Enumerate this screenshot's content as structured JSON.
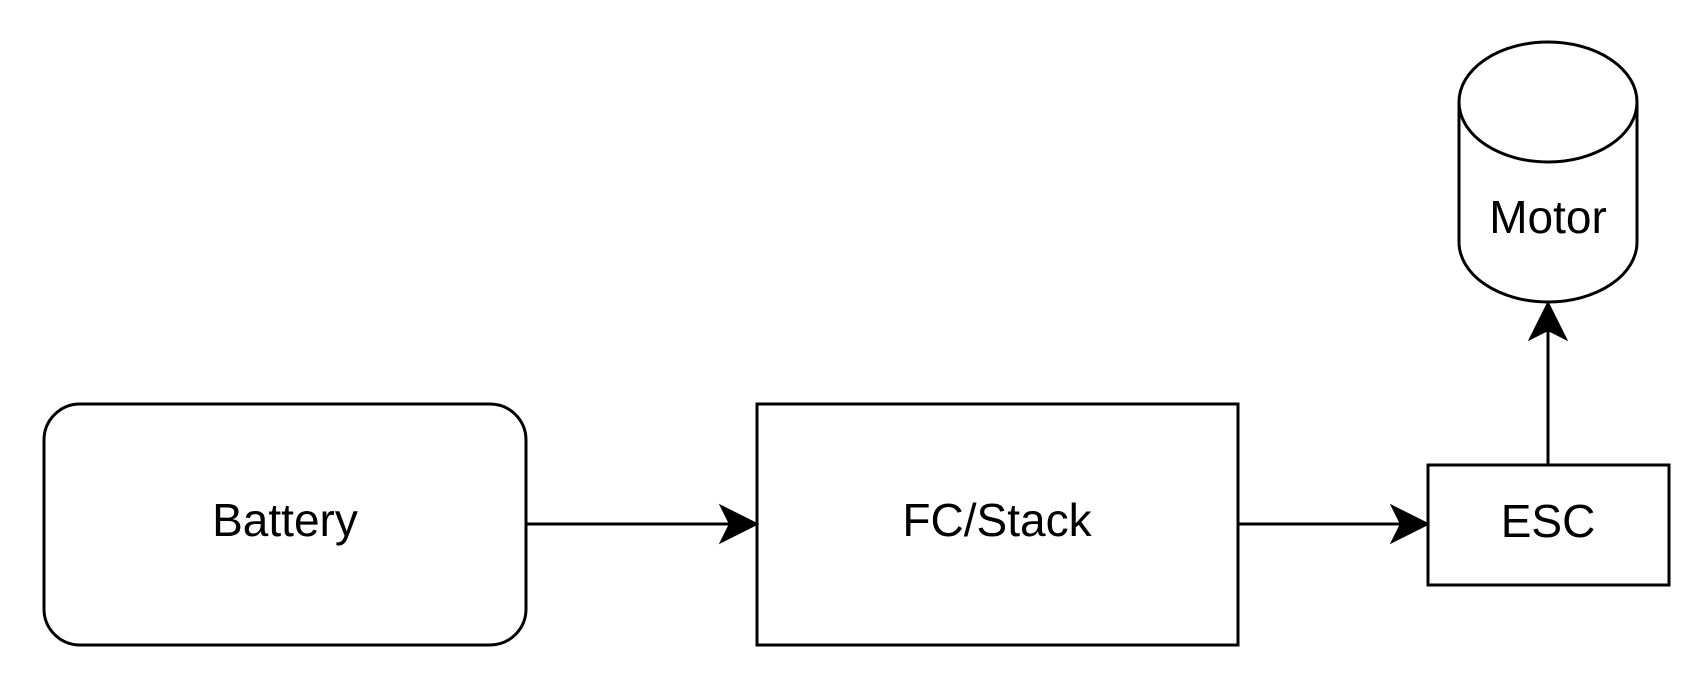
{
  "diagram": {
    "nodes": {
      "battery": {
        "label": "Battery",
        "shape": "rounded-rectangle"
      },
      "fc_stack": {
        "label": "FC/Stack",
        "shape": "rectangle"
      },
      "esc": {
        "label": "ESC",
        "shape": "rectangle"
      },
      "motor": {
        "label": "Motor",
        "shape": "cylinder"
      }
    },
    "edges": [
      {
        "from": "Battery",
        "to": "FC/Stack",
        "direction": "right"
      },
      {
        "from": "FC/Stack",
        "to": "ESC",
        "direction": "right"
      },
      {
        "from": "ESC",
        "to": "Motor",
        "direction": "up"
      }
    ],
    "colors": {
      "stroke": "#000000",
      "fill": "#ffffff",
      "background": "#ffffff"
    }
  }
}
